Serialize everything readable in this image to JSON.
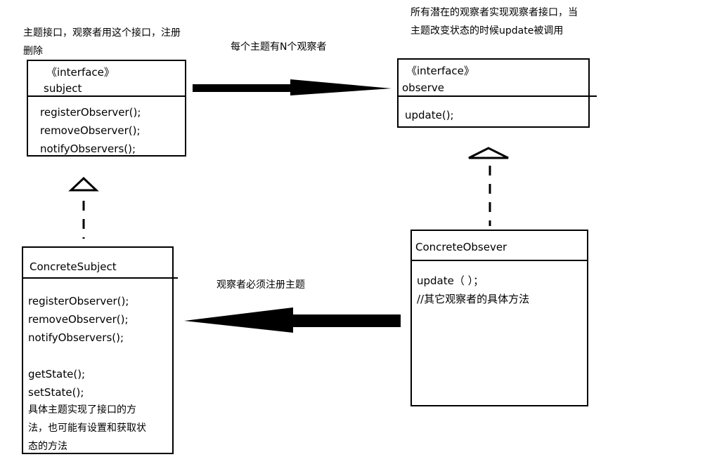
{
  "notes": {
    "subject_note": "主题接口，观察者用这个接口，注册删除",
    "observer_note": "所有潜在的观察者实现观察者接口，当主题改变状态的时候update被调用",
    "relation_top": "每个主题有N个观察者",
    "relation_bottom": "观察者必须注册主题"
  },
  "subject_interface": {
    "stereotype": "《interface》",
    "name": "subject",
    "methods": [
      "registerObserver();",
      "removeObserver();",
      "notifyObservers();"
    ]
  },
  "observer_interface": {
    "stereotype": "《interface》",
    "name": "observe",
    "methods": [
      "update();"
    ]
  },
  "concrete_subject": {
    "name": "ConcreteSubject",
    "methods": [
      "registerObserver();",
      "removeObserver();",
      "notifyObservers();",
      "getState();",
      "setState();"
    ],
    "comment": "具体主题实现了接口的方法，也可能有设置和获取状态的方法"
  },
  "concrete_observer": {
    "name": "ConcreteObsever",
    "methods": [
      "update（ ）；",
      "//其它观察者的具体方法"
    ]
  }
}
